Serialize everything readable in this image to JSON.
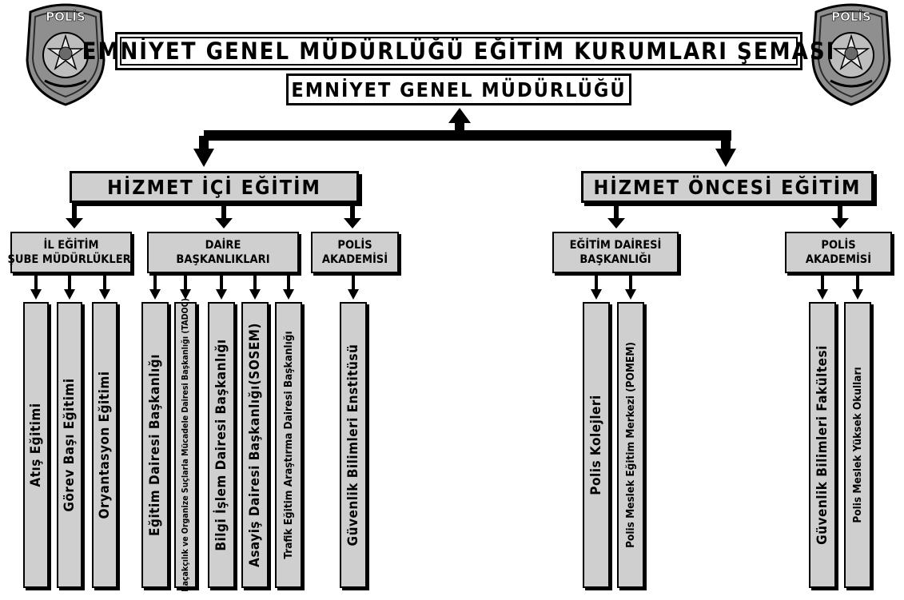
{
  "title": "EMNİYET GENEL MÜDÜRLÜĞÜ EĞİTİM KURUMLARI ŞEMASI",
  "root": "EMNİYET GENEL MÜDÜRLÜĞÜ",
  "badge_text": "POLİS",
  "branches": [
    {
      "label": "HİZMET İÇİ EĞİTİM",
      "groups": [
        {
          "lines": [
            "İL EĞİTİM",
            "ŞUBE MÜDÜRLÜKLERİ"
          ],
          "items": [
            "Atış Eğitimi",
            "Görev Başı Eğitimi",
            "Oryantasyon Eğitimi"
          ]
        },
        {
          "lines": [
            "DAİRE",
            "BAŞKANLIKLARI"
          ],
          "items": [
            "Eğitim Dairesi Başkanlığı",
            "Kaçakçılık ve Organize Suçlarla Mücadele Dairesi Başkanlığı (TADOC)",
            "Bilgi İşlem Dairesi Başkanlığı",
            "Asayiş Dairesi Başkanlığı(SOSEM)",
            "Trafik Eğitim Araştırma Dairesi Başkanlığı"
          ]
        },
        {
          "lines": [
            "POLİS",
            "AKADEMİSİ"
          ],
          "items": [
            "Güvenlik Bilimleri Enstitüsü"
          ]
        }
      ]
    },
    {
      "label": "HİZMET ÖNCESİ EĞİTİM",
      "groups": [
        {
          "lines": [
            "EĞİTİM DAİRESİ",
            "BAŞKANLIĞI"
          ],
          "items": [
            "Polis Kolejleri",
            "Polis Meslek Eğitim Merkezi (POMEM)"
          ]
        },
        {
          "lines": [
            "POLİS",
            "AKADEMİSİ"
          ],
          "items": [
            "Güvenlik Bilimleri Fakültesi",
            "Polis Meslek Yüksek Okulları"
          ]
        }
      ]
    }
  ],
  "colors": {
    "box_fill": "#cfcfcf",
    "line": "#000000",
    "badge_fill": "#9a9a9a"
  }
}
